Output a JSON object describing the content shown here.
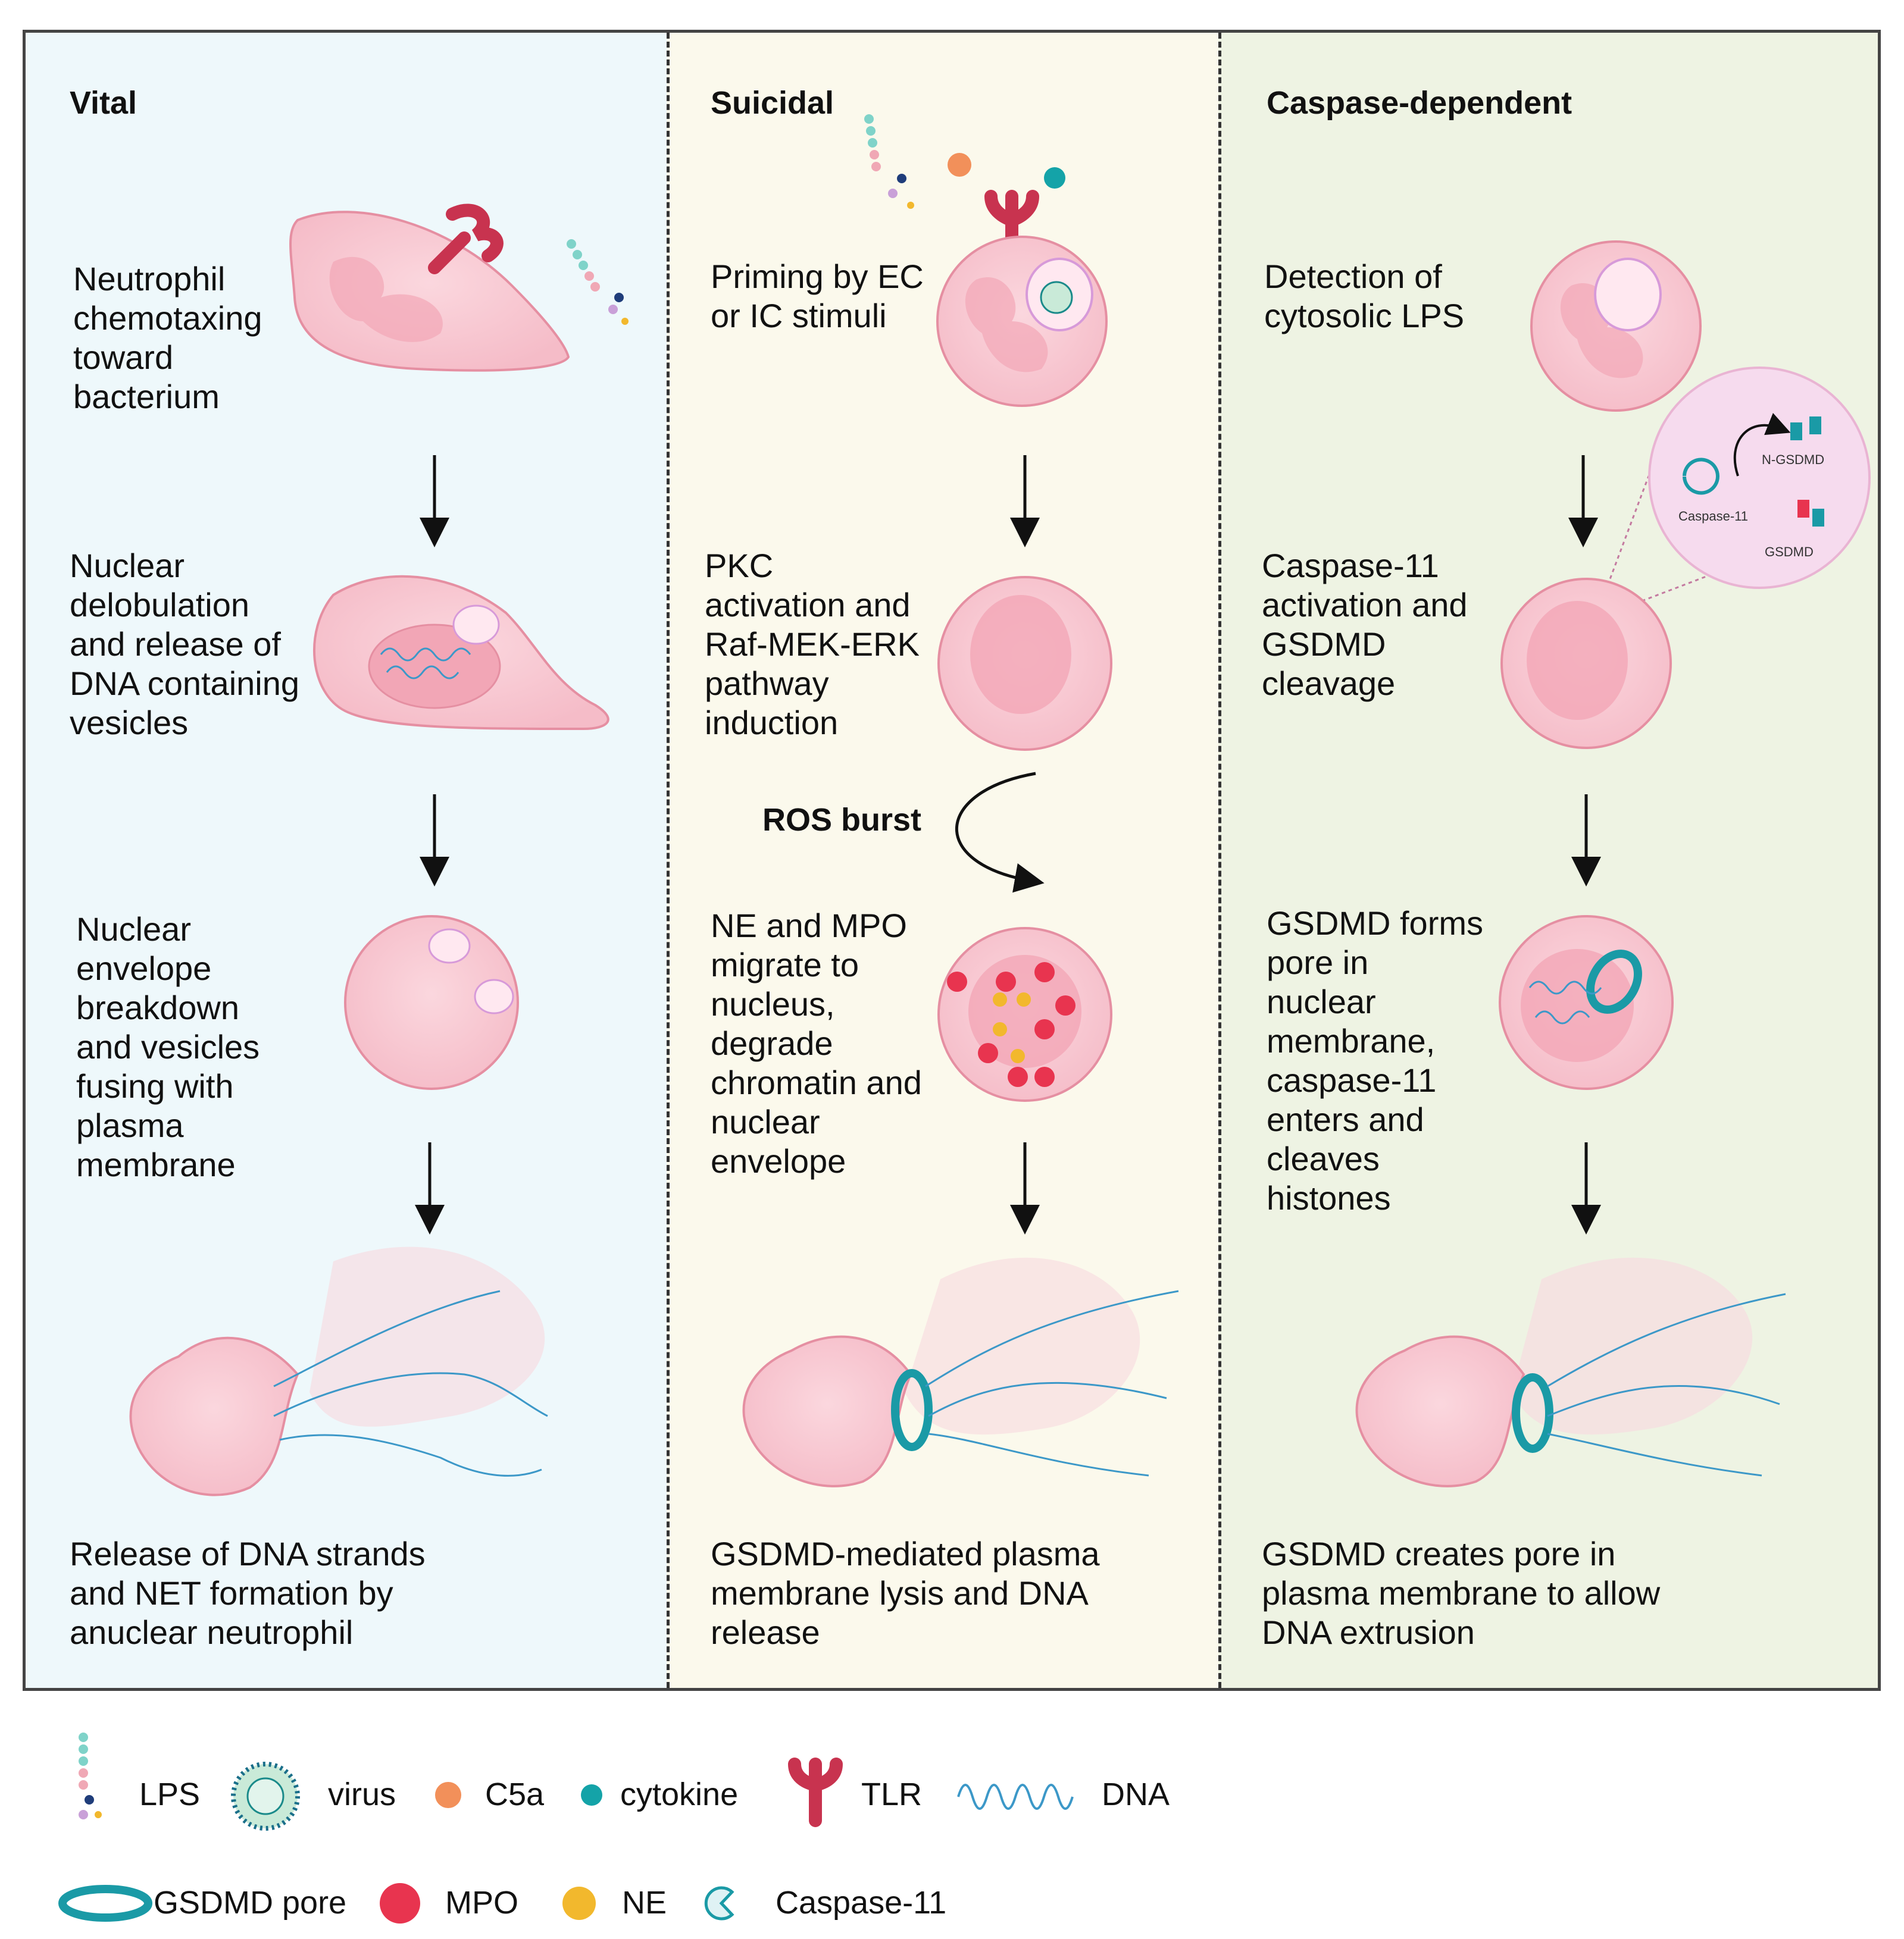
{
  "panels": [
    {
      "title": "Vital",
      "steps": [
        "Neutrophil\nchemotaxing\ntoward\nbacterium",
        "Nuclear\ndelobulation\nand release of\nDNA containing\nvesicles",
        "Nuclear\nenvelope\nbreakdown\nand vesicles\nfusing with\nplasma\nmembrane",
        "Release of DNA strands\nand NET formation by\nanuclear neutrophil"
      ]
    },
    {
      "title": "Suicidal",
      "steps": [
        "Priming by EC\nor IC stimuli",
        "PKC\nactivation and\nRaf-MEK-ERK\npathway\ninduction",
        "NE and MPO\nmigrate to\nnucleus,\ndegrade\nchromatin and\nnuclear\nenvelope",
        "GSDMD-mediated plasma\nmembrane lysis and DNA\nrelease"
      ],
      "ros_label": "ROS burst"
    },
    {
      "title": "Caspase-dependent",
      "steps": [
        "Detection of\ncytosolic  LPS",
        "Caspase-11\nactivation and\nGSDMD\ncleavage",
        "GSDMD forms\npore in\nnuclear\nmembrane,\ncaspase-11\nenters and\ncleaves\nhistones",
        "GSDMD creates pore in\nplasma membrane to allow\nDNA extrusion"
      ],
      "inset": {
        "caspase_label": "Caspase-11",
        "ngsdmd_label": "N-GSDMD",
        "gsdmd_label": "GSDMD"
      }
    }
  ],
  "legend": {
    "row1": [
      {
        "label": "LPS",
        "icon": "lps-icon"
      },
      {
        "label": "virus",
        "icon": "virus-icon"
      },
      {
        "label": "C5a",
        "icon": "c5a-icon"
      },
      {
        "label": "cytokine",
        "icon": "cytokine-icon"
      },
      {
        "label": "TLR",
        "icon": "tlr-icon"
      },
      {
        "label": "DNA",
        "icon": "dna-icon"
      }
    ],
    "row2": [
      {
        "label": "GSDMD pore",
        "icon": "gsdmd-pore-icon"
      },
      {
        "label": "MPO",
        "icon": "mpo-icon"
      },
      {
        "label": "NE",
        "icon": "ne-icon"
      },
      {
        "label": "Caspase-11",
        "icon": "caspase-11-icon"
      }
    ]
  },
  "colors": {
    "vital_bg": "#eef8fb",
    "suicidal_bg": "#fbf9ec",
    "caspase_bg": "#eef3e3",
    "cell_fill": "#f7c6cf",
    "cell_stroke": "#e58fa2",
    "nucleus": "#f2a6b6",
    "tlr": "#c8334f",
    "gsdmd": "#1a9aa6",
    "mpo": "#e8344f",
    "ne": "#f2b82d",
    "c5a": "#f2905a",
    "cytokine": "#14a3a8",
    "dna": "#3c98c8"
  }
}
